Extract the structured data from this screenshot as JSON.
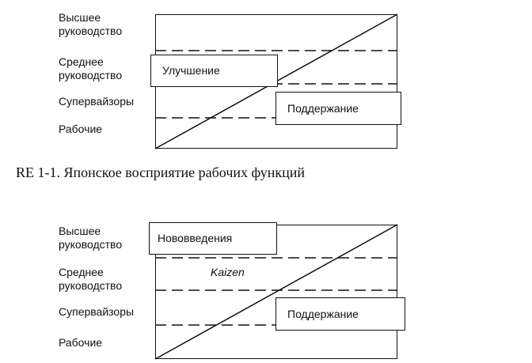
{
  "diagram1": {
    "levels": [
      "Высшее\nруководство",
      "Среднее\nруководство",
      "Супервайзоры",
      "Рабочие"
    ],
    "box_left": "Улучшение",
    "box_right": "Поддержание"
  },
  "caption": "RE 1-1. Японское восприятие рабочих функций",
  "diagram2": {
    "levels": [
      "Высшее\nруководство",
      "Среднее\nруководство",
      "Супервайзоры",
      "Рабочие"
    ],
    "box_top": "Нововведения",
    "kaizen": "Kaizen",
    "box_right": "Поддержание"
  }
}
